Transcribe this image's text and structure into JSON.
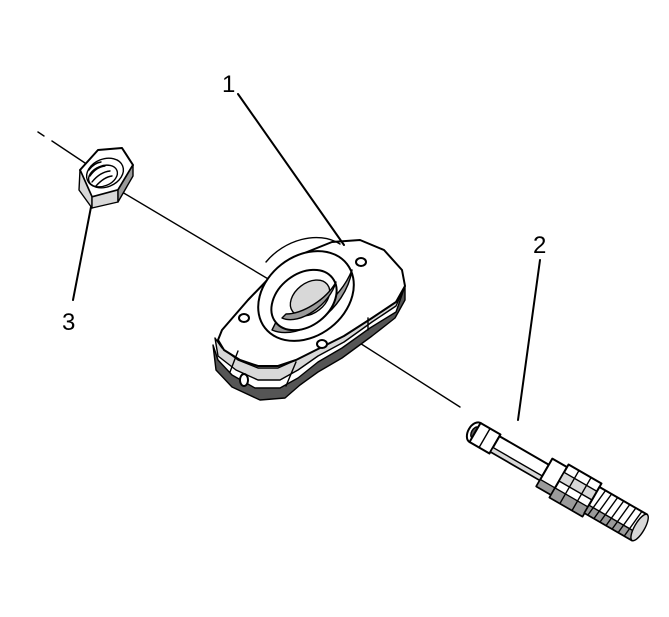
{
  "diagram": {
    "callouts": [
      {
        "id": "1",
        "label": "1",
        "part": "mounting-flange"
      },
      {
        "id": "2",
        "label": "2",
        "part": "threaded-sensor"
      },
      {
        "id": "3",
        "label": "3",
        "part": "hex-nut"
      }
    ],
    "colors": {
      "line": "#000000",
      "background": "#ffffff",
      "shade": "#9a9a9a",
      "dark_shade": "#555555",
      "light_shade": "#d8d8d8"
    }
  }
}
